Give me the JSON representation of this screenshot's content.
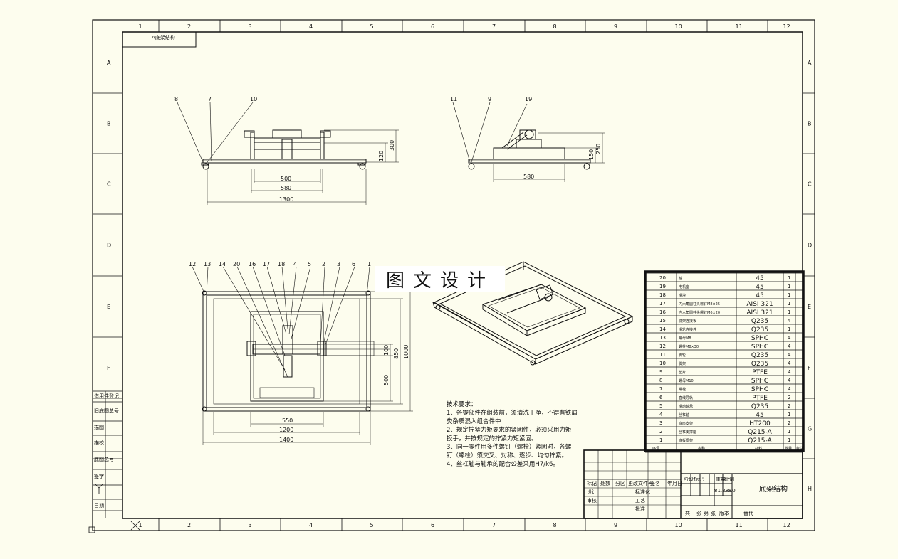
{
  "header_stamp": "A底架结构",
  "column_labels": [
    "1",
    "2",
    "3",
    "4",
    "5",
    "6",
    "7",
    "8",
    "9",
    "10",
    "11",
    "12"
  ],
  "row_labels": [
    "A",
    "B",
    "C",
    "D",
    "E",
    "F",
    "G",
    "H"
  ],
  "left_strip": [
    "借用件登记",
    "旧底图总号",
    "描图",
    "描校",
    "底图总号",
    "签字",
    "日期"
  ],
  "side_view": {
    "balloons": [
      "8",
      "7",
      "10"
    ],
    "dims": {
      "d500": "500",
      "d580": "580",
      "d1300": "1300",
      "d300": "300",
      "d120": "120"
    }
  },
  "end_view": {
    "balloons": [
      "11",
      "9",
      "19"
    ],
    "dims": {
      "d580": "580",
      "d250": "250",
      "d150": "150"
    }
  },
  "plan_view": {
    "balloons": [
      "12",
      "13",
      "14",
      "20",
      "16",
      "17",
      "18",
      "4",
      "5",
      "2",
      "3",
      "6",
      "1"
    ],
    "dims": {
      "d550": "550",
      "d1200": "1200",
      "d1400": "1400",
      "d100": "100",
      "d850": "850",
      "d1000": "1000",
      "d500": "500"
    }
  },
  "watermark": "图文设计",
  "notes": {
    "title": "技术要求：",
    "items": [
      "1、各零部件在组装前，须清洗干净，不得有铁屑",
      "类杂质混入组合件中",
      "2、规定拧紧力矩要求的紧固件，必须采用力矩",
      "扳手，并按规定的拧紧力矩紧固。",
      "3、同一零件用多件螺钉（螺栓）紧固时，各螺",
      "钉（螺栓）须交叉、对称、逐步、均匀拧紧。",
      "4、丝杠轴与轴承的配合公差采用H7/k6。"
    ]
  },
  "bom": {
    "rows": [
      {
        "no": "20",
        "name": "轴",
        "mat": "45",
        "qty": "1"
      },
      {
        "no": "19",
        "name": "电机座",
        "mat": "45",
        "qty": "1"
      },
      {
        "no": "18",
        "name": "滑块",
        "mat": "45",
        "qty": "1"
      },
      {
        "no": "17",
        "name": "内六角圆柱头螺钉M8×25",
        "mat": "AISI 321",
        "qty": "1"
      },
      {
        "no": "16",
        "name": "内六角圆柱头螺钉M6×20",
        "mat": "AISI 321",
        "qty": "1"
      },
      {
        "no": "15",
        "name": "底架连接板",
        "mat": "Q235",
        "qty": "4"
      },
      {
        "no": "14",
        "name": "滑轮连接件",
        "mat": "Q235",
        "qty": "1"
      },
      {
        "no": "13",
        "name": "螺母M8",
        "mat": "SPHC",
        "qty": "4"
      },
      {
        "no": "12",
        "name": "螺栓M8×30",
        "mat": "SPHC",
        "qty": "4"
      },
      {
        "no": "11",
        "name": "脚轮",
        "mat": "Q235",
        "qty": "4"
      },
      {
        "no": "10",
        "name": "脚架",
        "mat": "Q235",
        "qty": "4"
      },
      {
        "no": "9",
        "name": "垫片",
        "mat": "PTFE",
        "qty": "4"
      },
      {
        "no": "8",
        "name": "螺母M10",
        "mat": "SPHC",
        "qty": "4"
      },
      {
        "no": "7",
        "name": "螺栓",
        "mat": "SPHC",
        "qty": "4"
      },
      {
        "no": "6",
        "name": "直线导轨",
        "mat": "PTFE",
        "qty": "2"
      },
      {
        "no": "5",
        "name": "滑动轴承",
        "mat": "Q235",
        "qty": "2"
      },
      {
        "no": "4",
        "name": "丝杠轴",
        "mat": "45",
        "qty": "1"
      },
      {
        "no": "3",
        "name": "底座支架",
        "mat": "HT200",
        "qty": "2"
      },
      {
        "no": "2",
        "name": "丝杠支撑座",
        "mat": "Q215-A",
        "qty": "1"
      },
      {
        "no": "1",
        "name": "底板框架",
        "mat": "Q215-A",
        "qty": "1"
      }
    ],
    "header": {
      "no": "序号",
      "name": "名称",
      "mat": "材料",
      "qty": "数量",
      "note": "备注"
    }
  },
  "title_block": {
    "drawing_title": "底架结构",
    "labels": [
      "标记",
      "处数",
      "分区",
      "更改文件号",
      "签名",
      "年月日",
      "设计",
      "标准化",
      "审核",
      "工艺",
      "批准",
      "阶段标记",
      "重量",
      "比例",
      "共",
      "张",
      "第",
      "张",
      "版本",
      "替代"
    ],
    "scale": "1:10",
    "weight": "81.388"
  }
}
